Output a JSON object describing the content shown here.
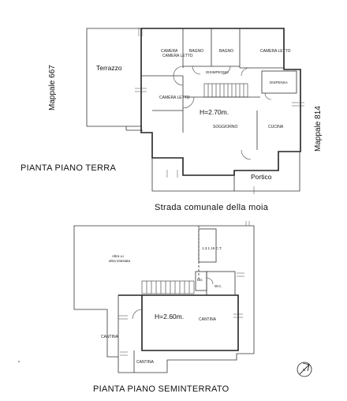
{
  "ground_floor": {
    "title": "PIANTA PIANO TERRA",
    "rooms": {
      "camera_letto_1": "CAMERA LETTO",
      "bagno_1": "BAGNO",
      "bagno_2": "BAGNO",
      "camera_letto_2": "CAMERA LETTO",
      "terrazzo": "Terrazzo",
      "disimpegno": "DISIMPEGNO",
      "dispensa": "DISPENSA",
      "camera_letto_3": "CAMERA LETTO",
      "soggiorno": "SOGGIORNO",
      "cucina": "CUCINA",
      "portico": "Portico"
    },
    "height": "H=2.70m.",
    "side_left": "Mappale 667",
    "side_right": "Mappale 814",
    "road": "Strada comunale della moia"
  },
  "basement": {
    "title": "PIANTA PIANO SEMINTERRATO",
    "labels": {
      "altra_ui_1": "Altra u.i",
      "altra_ui_2": "altra intestata",
      "ct": "1.3.1.15 C.T.",
      "dis": "Dis",
      "wc": "W.C.",
      "cantina_main": "CANTINA",
      "cantina_left": "CANTINA",
      "cantina_small": "CANTINA"
    },
    "height": "H=2.60m."
  },
  "compass": {
    "label": "N"
  }
}
